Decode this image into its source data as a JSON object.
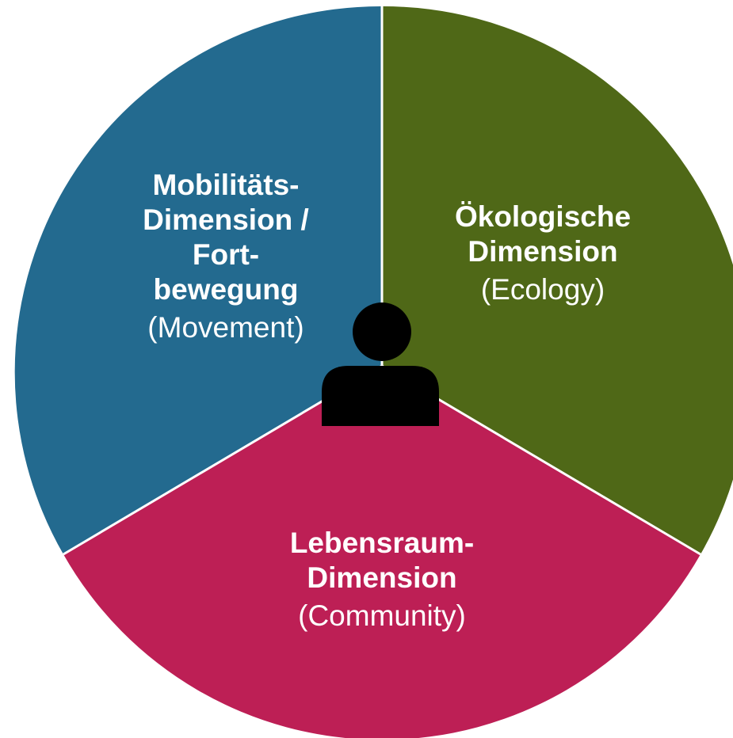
{
  "diagram": {
    "segments": [
      {
        "id": "movement",
        "title": "Mobilitäts-\nDimension /\nFort-\nbewegung",
        "subtitle": "(Movement)",
        "color": "#236a8f"
      },
      {
        "id": "ecology",
        "title": "Ökologische\nDimension",
        "subtitle": "(Ecology)",
        "color": "#4f6817"
      },
      {
        "id": "community",
        "title": "Lebensraum-\nDimension",
        "subtitle": "(Community)",
        "color": "#bd1f55"
      }
    ],
    "center_icon": "person-icon",
    "center_icon_color": "#000000",
    "divider_color": "#ffffff"
  }
}
